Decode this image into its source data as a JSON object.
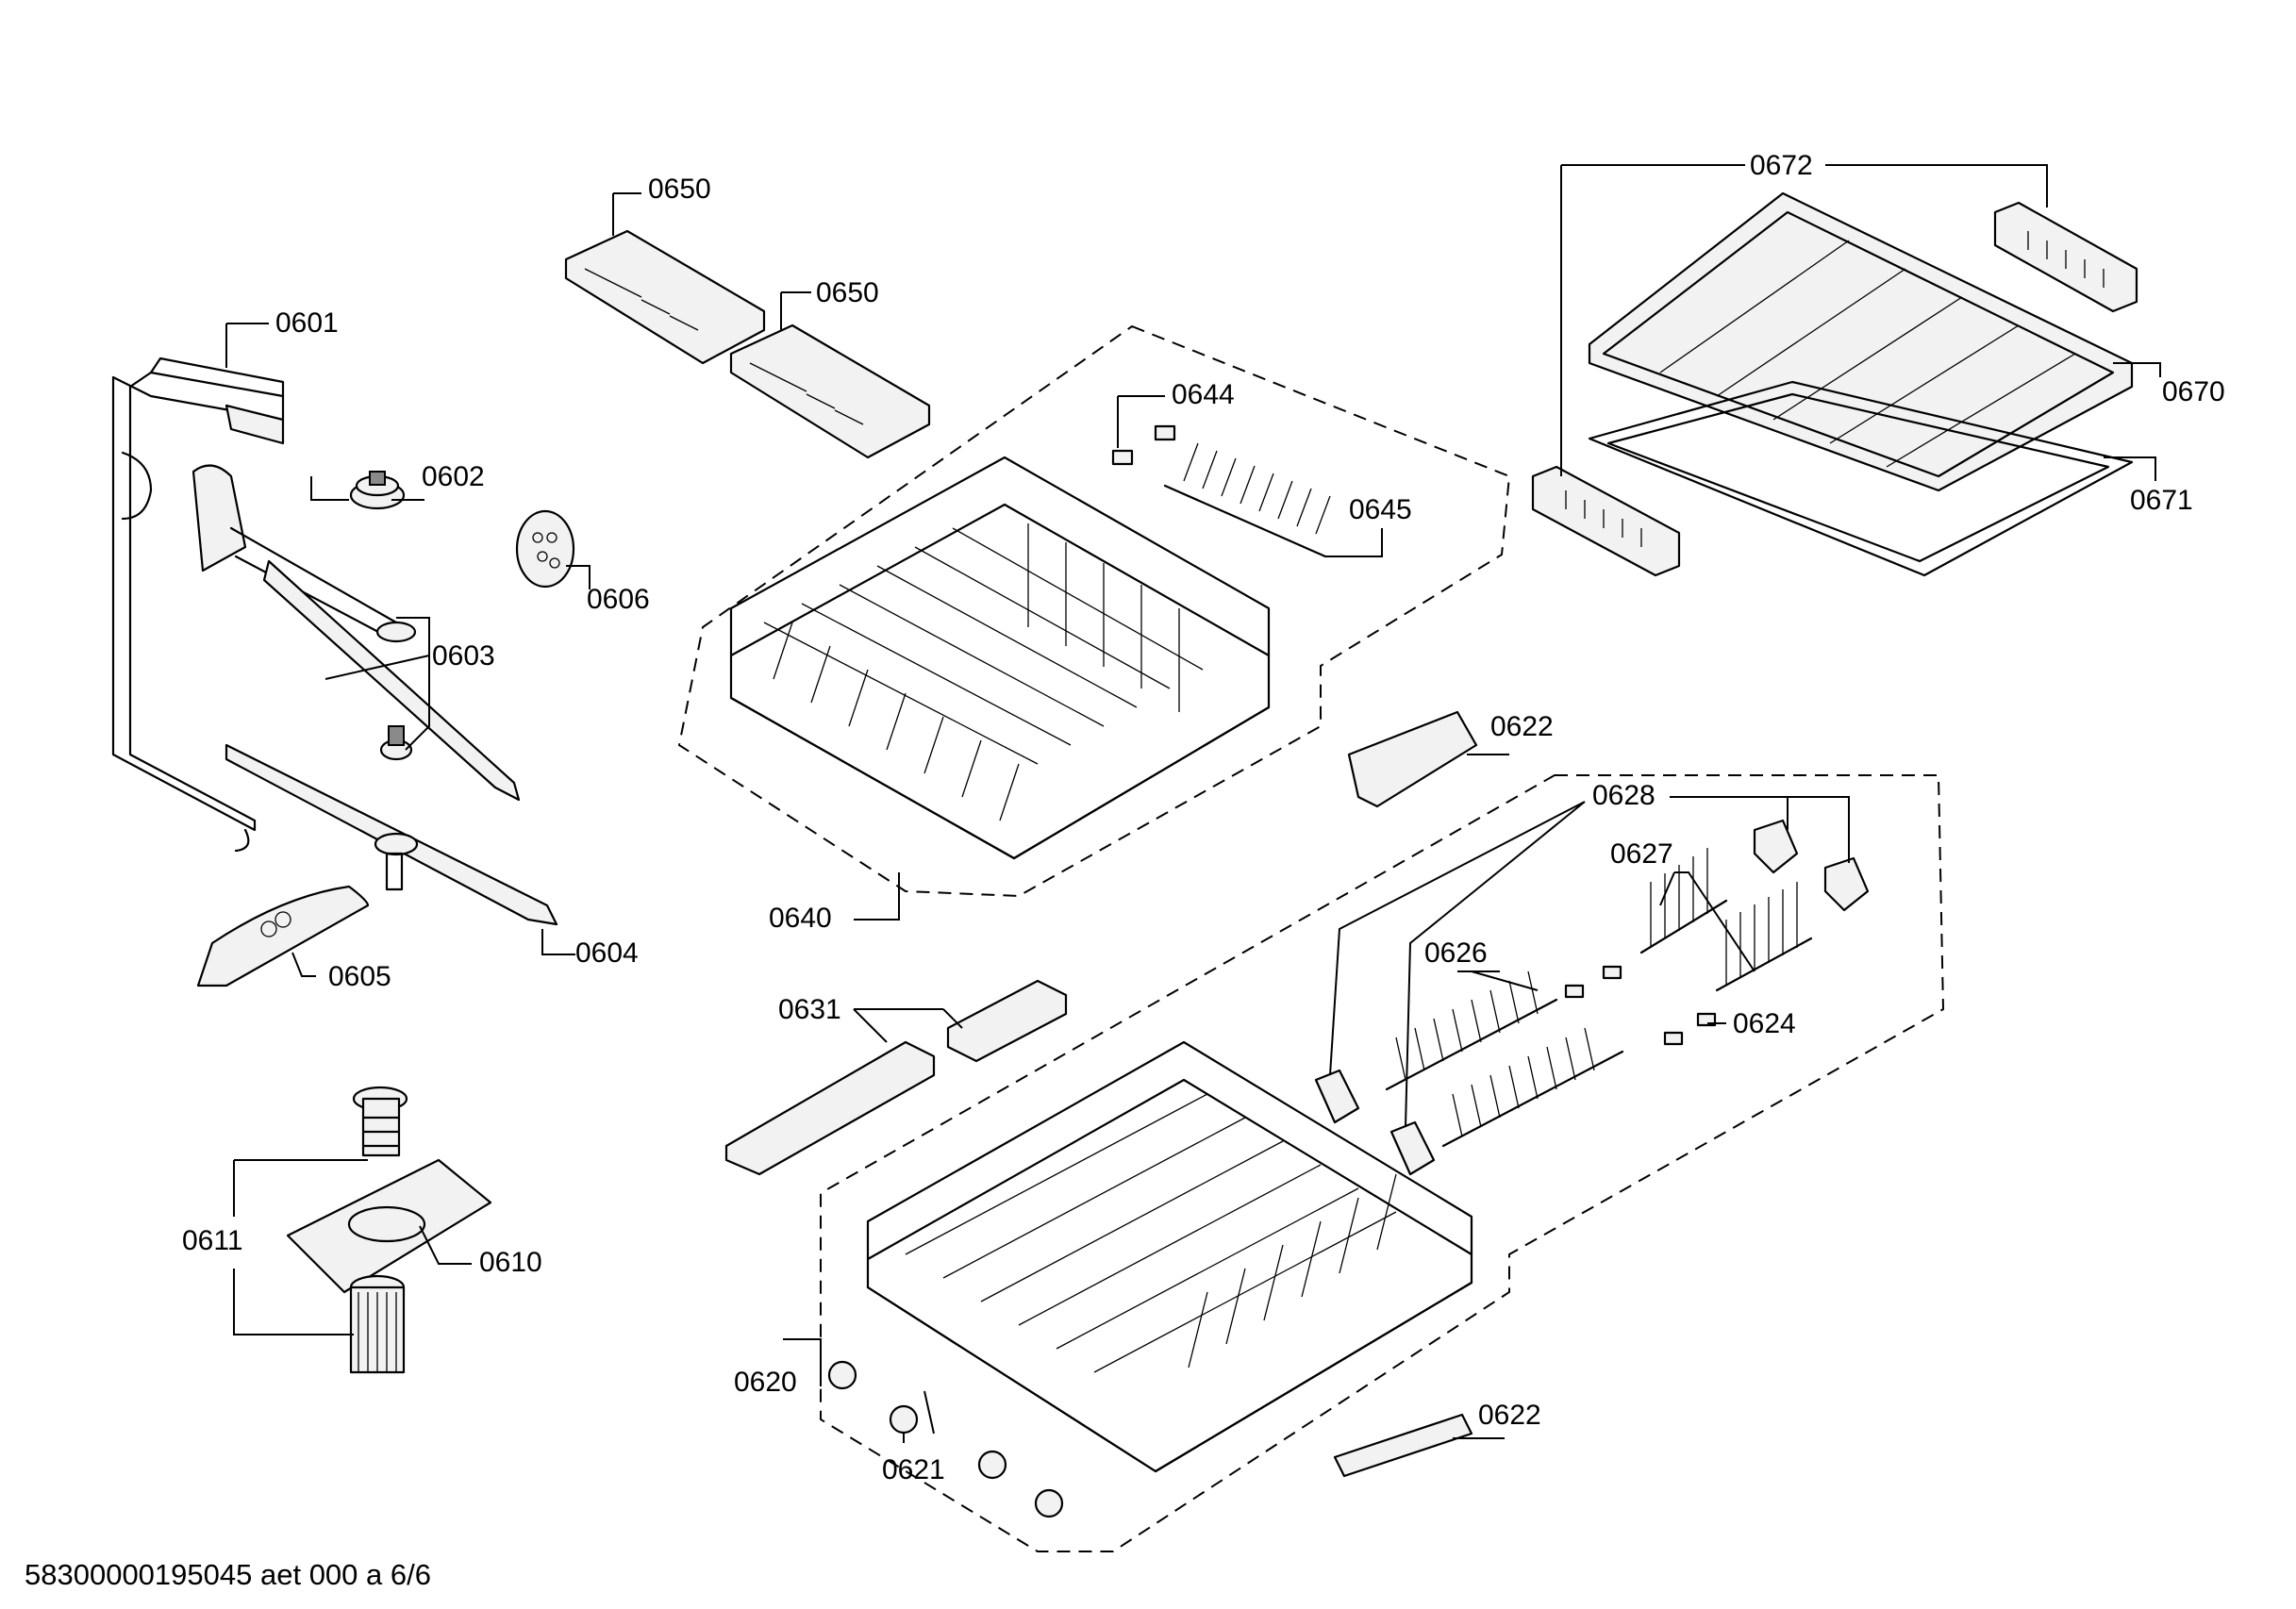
{
  "labels": {
    "p0601": "0601",
    "p0602": "0602",
    "p0603": "0603",
    "p0604": "0604",
    "p0605": "0605",
    "p0606": "0606",
    "p0610": "0610",
    "p0611": "0611",
    "p0620": "0620",
    "p0621": "0621",
    "p0622a": "0622",
    "p0622b": "0622",
    "p0624": "0624",
    "p0626": "0626",
    "p0627": "0627",
    "p0628": "0628",
    "p0631": "0631",
    "p0640": "0640",
    "p0644": "0644",
    "p0645": "0645",
    "p0650a": "0650",
    "p0650b": "0650",
    "p0670": "0670",
    "p0671": "0671",
    "p0672": "0672"
  },
  "footer": "58300000195045 aet 000 a 6/6"
}
